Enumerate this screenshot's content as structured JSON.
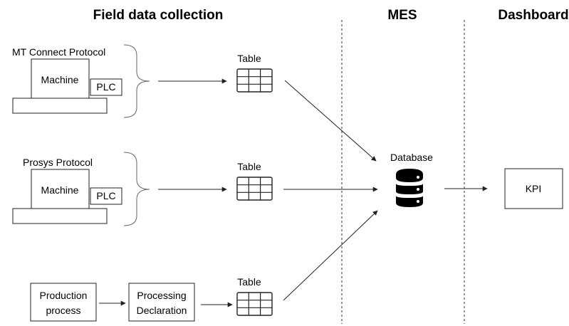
{
  "headers": {
    "field": "Field data collection",
    "mes": "MES",
    "dashboard": "Dashboard"
  },
  "sources": {
    "mtconnect": {
      "protocol": "MT Connect Protocol",
      "machine": "Machine",
      "plc": "PLC"
    },
    "prosys": {
      "protocol": "Prosys Protocol",
      "machine": "Machine",
      "plc": "PLC"
    },
    "production": {
      "process_line1": "Production",
      "process_line2": "process",
      "declaration_line1": "Processing",
      "declaration_line2": "Declaration"
    }
  },
  "tables": {
    "label_top": "Table",
    "label_middle": "Table",
    "label_bottom": "Table"
  },
  "database": {
    "label": "Database"
  },
  "kpi": {
    "label": "KPI"
  },
  "icons": {
    "table": "table-grid-icon",
    "database": "database-stack-icon"
  },
  "colors": {
    "stroke": "#222222",
    "divider": "#333333"
  }
}
